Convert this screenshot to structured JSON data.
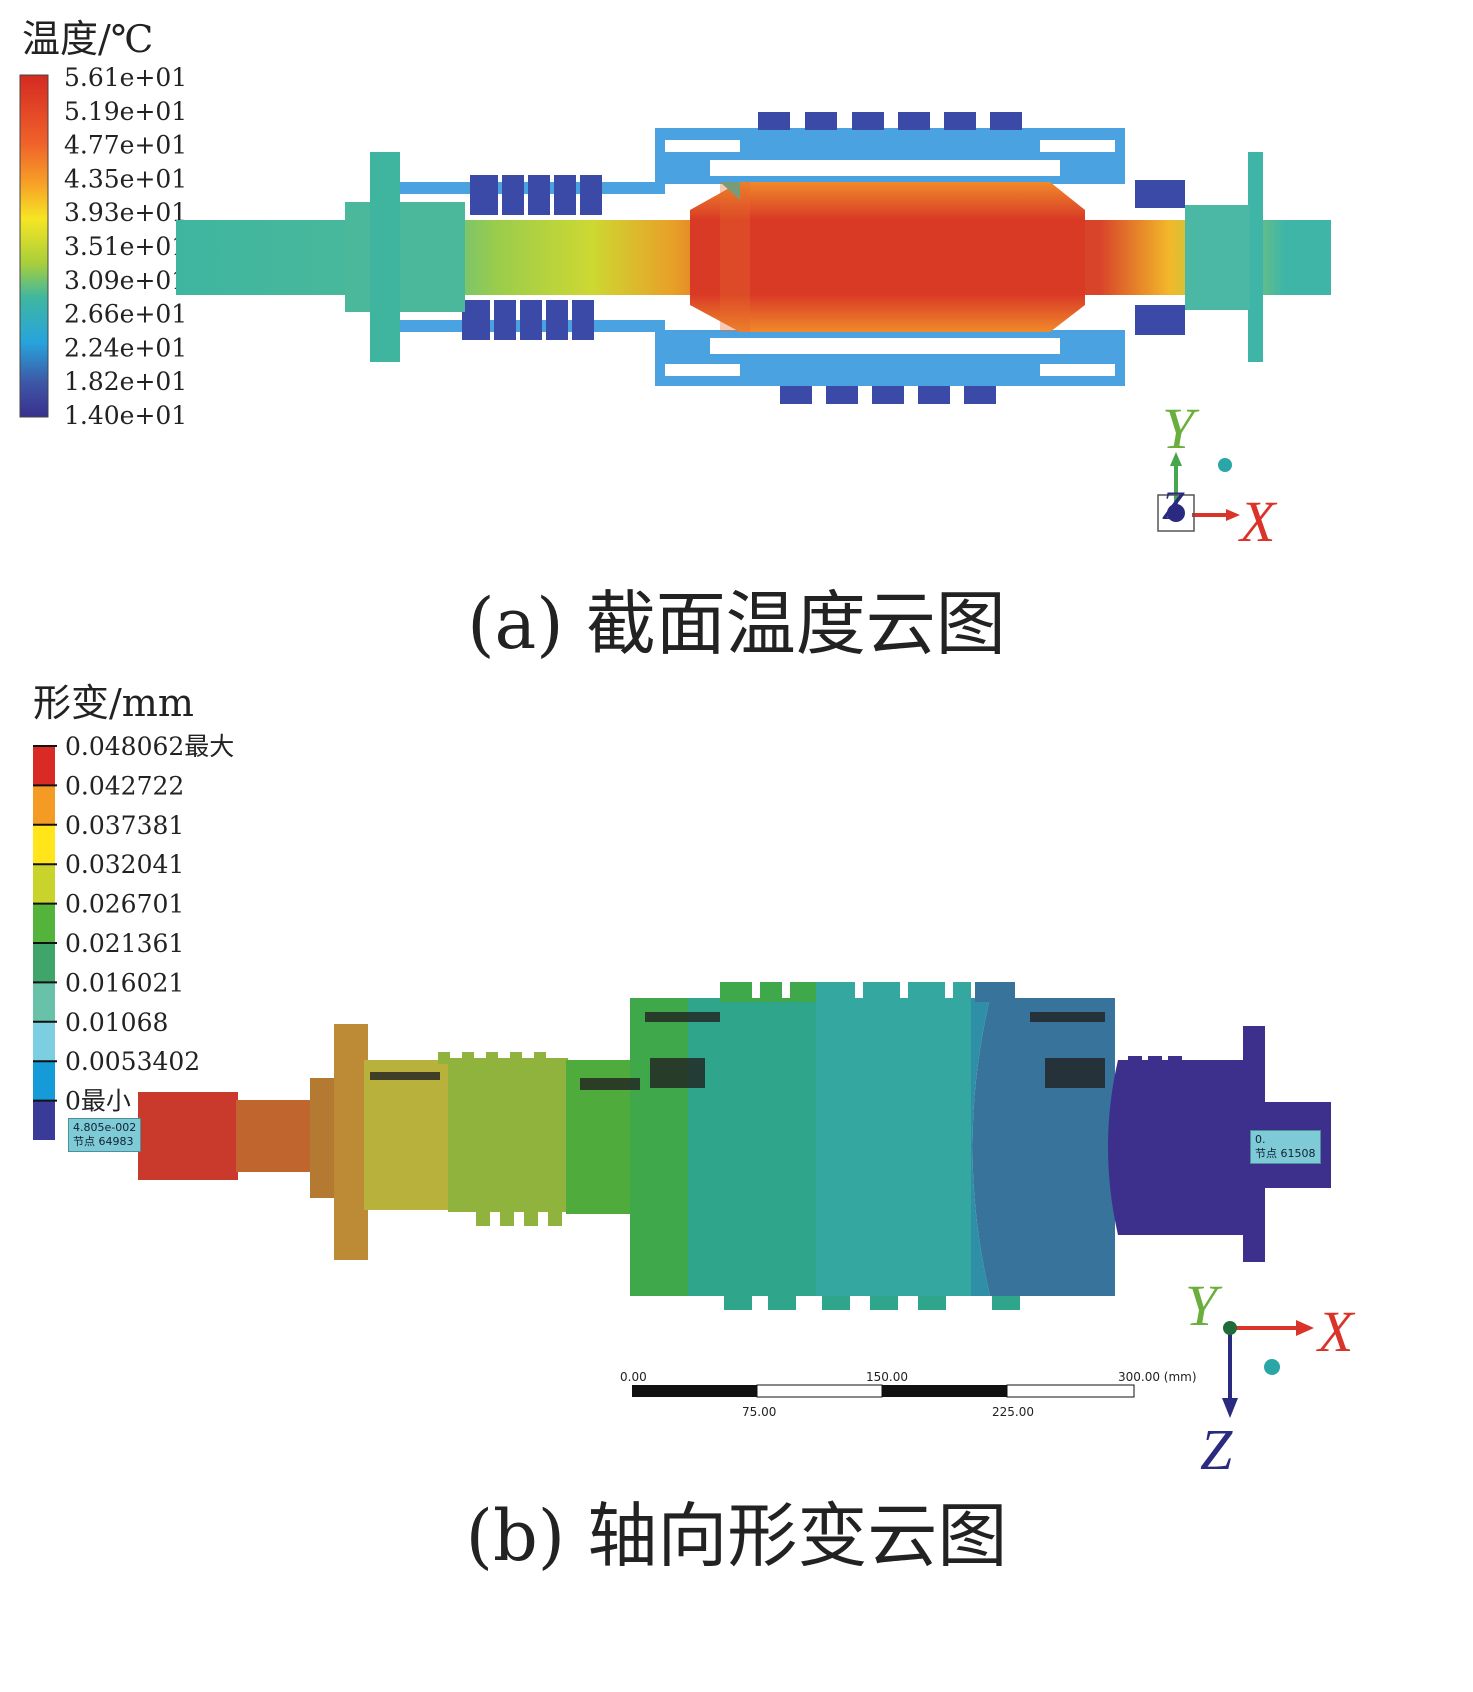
{
  "panel_a": {
    "legend_title": "温度/℃",
    "legend_ticks": [
      "5.61e+01",
      "5.19e+01",
      "4.77e+01",
      "4.35e+01",
      "3.93e+01",
      "3.51e+01",
      "3.09e+01",
      "2.66e+01",
      "2.24e+01",
      "1.82e+01",
      "1.40e+01"
    ],
    "caption": "(a)  截面温度云图",
    "triad": {
      "y": "Y",
      "x": "X",
      "z": "Z"
    }
  },
  "panel_b": {
    "legend_title": "形变/mm",
    "legend_ticks": [
      "0.048062最大",
      "0.042722",
      "0.037381",
      "0.032041",
      "0.026701",
      "0.021361",
      "0.016021",
      "0.01068",
      "0.0053402",
      "0最小"
    ],
    "legend_colors": [
      "#d92b23",
      "#f39b22",
      "#ffe51a",
      "#c8d42c",
      "#54b33a",
      "#3fa56a",
      "#67c2a9",
      "#7ccfe0",
      "#159bd7",
      "#3a3a98"
    ],
    "probe_left": {
      "value": "4.805e-002",
      "node": "节点 64983"
    },
    "probe_right": {
      "value": "0.",
      "node": "节点 61508"
    },
    "scale_bar": {
      "top": [
        "0.00",
        "150.00",
        "300.00 (mm)"
      ],
      "bottom": [
        "75.00",
        "225.00"
      ]
    },
    "caption": "(b)  轴向形变云图",
    "triad": {
      "y": "Y",
      "x": "X",
      "z": "Z"
    }
  }
}
